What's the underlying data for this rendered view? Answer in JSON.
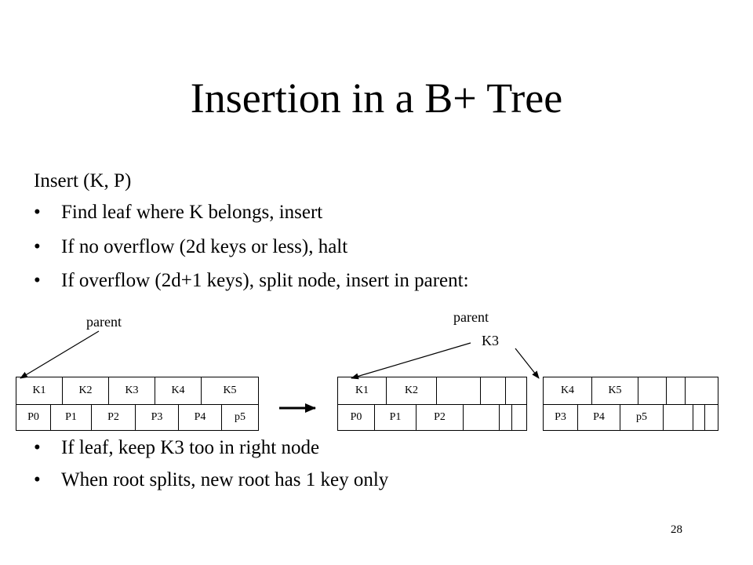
{
  "title": "Insertion in a B+ Tree",
  "intro": "Insert (K, P)",
  "bullets_top": [
    "Find leaf where K belongs, insert",
    "If no overflow (2d keys or less), halt",
    "If overflow (2d+1 keys), split node, insert in parent:"
  ],
  "bullets_bottom": [
    "If leaf, keep K3 too in right node",
    "When root splits, new root has 1 key only"
  ],
  "bullet_char": "•",
  "diagram": {
    "left_parent_label": "parent",
    "right_parent_label": "parent",
    "promoted_key": "K3",
    "before_node": {
      "keys": [
        "K1",
        "K2",
        "K3",
        "K4",
        "K5"
      ],
      "pointers": [
        "P0",
        "P1",
        "P2",
        "P3",
        "P4",
        "p5"
      ]
    },
    "left_node": {
      "keys": [
        "K1",
        "K2",
        "",
        "",
        ""
      ],
      "pointers": [
        "P0",
        "P1",
        "P2",
        "",
        "",
        ""
      ]
    },
    "right_node": {
      "keys": [
        "K4",
        "K5",
        "",
        "",
        ""
      ],
      "pointers": [
        "P3",
        "P4",
        "p5",
        "",
        "",
        ""
      ]
    }
  },
  "page_number": "28"
}
